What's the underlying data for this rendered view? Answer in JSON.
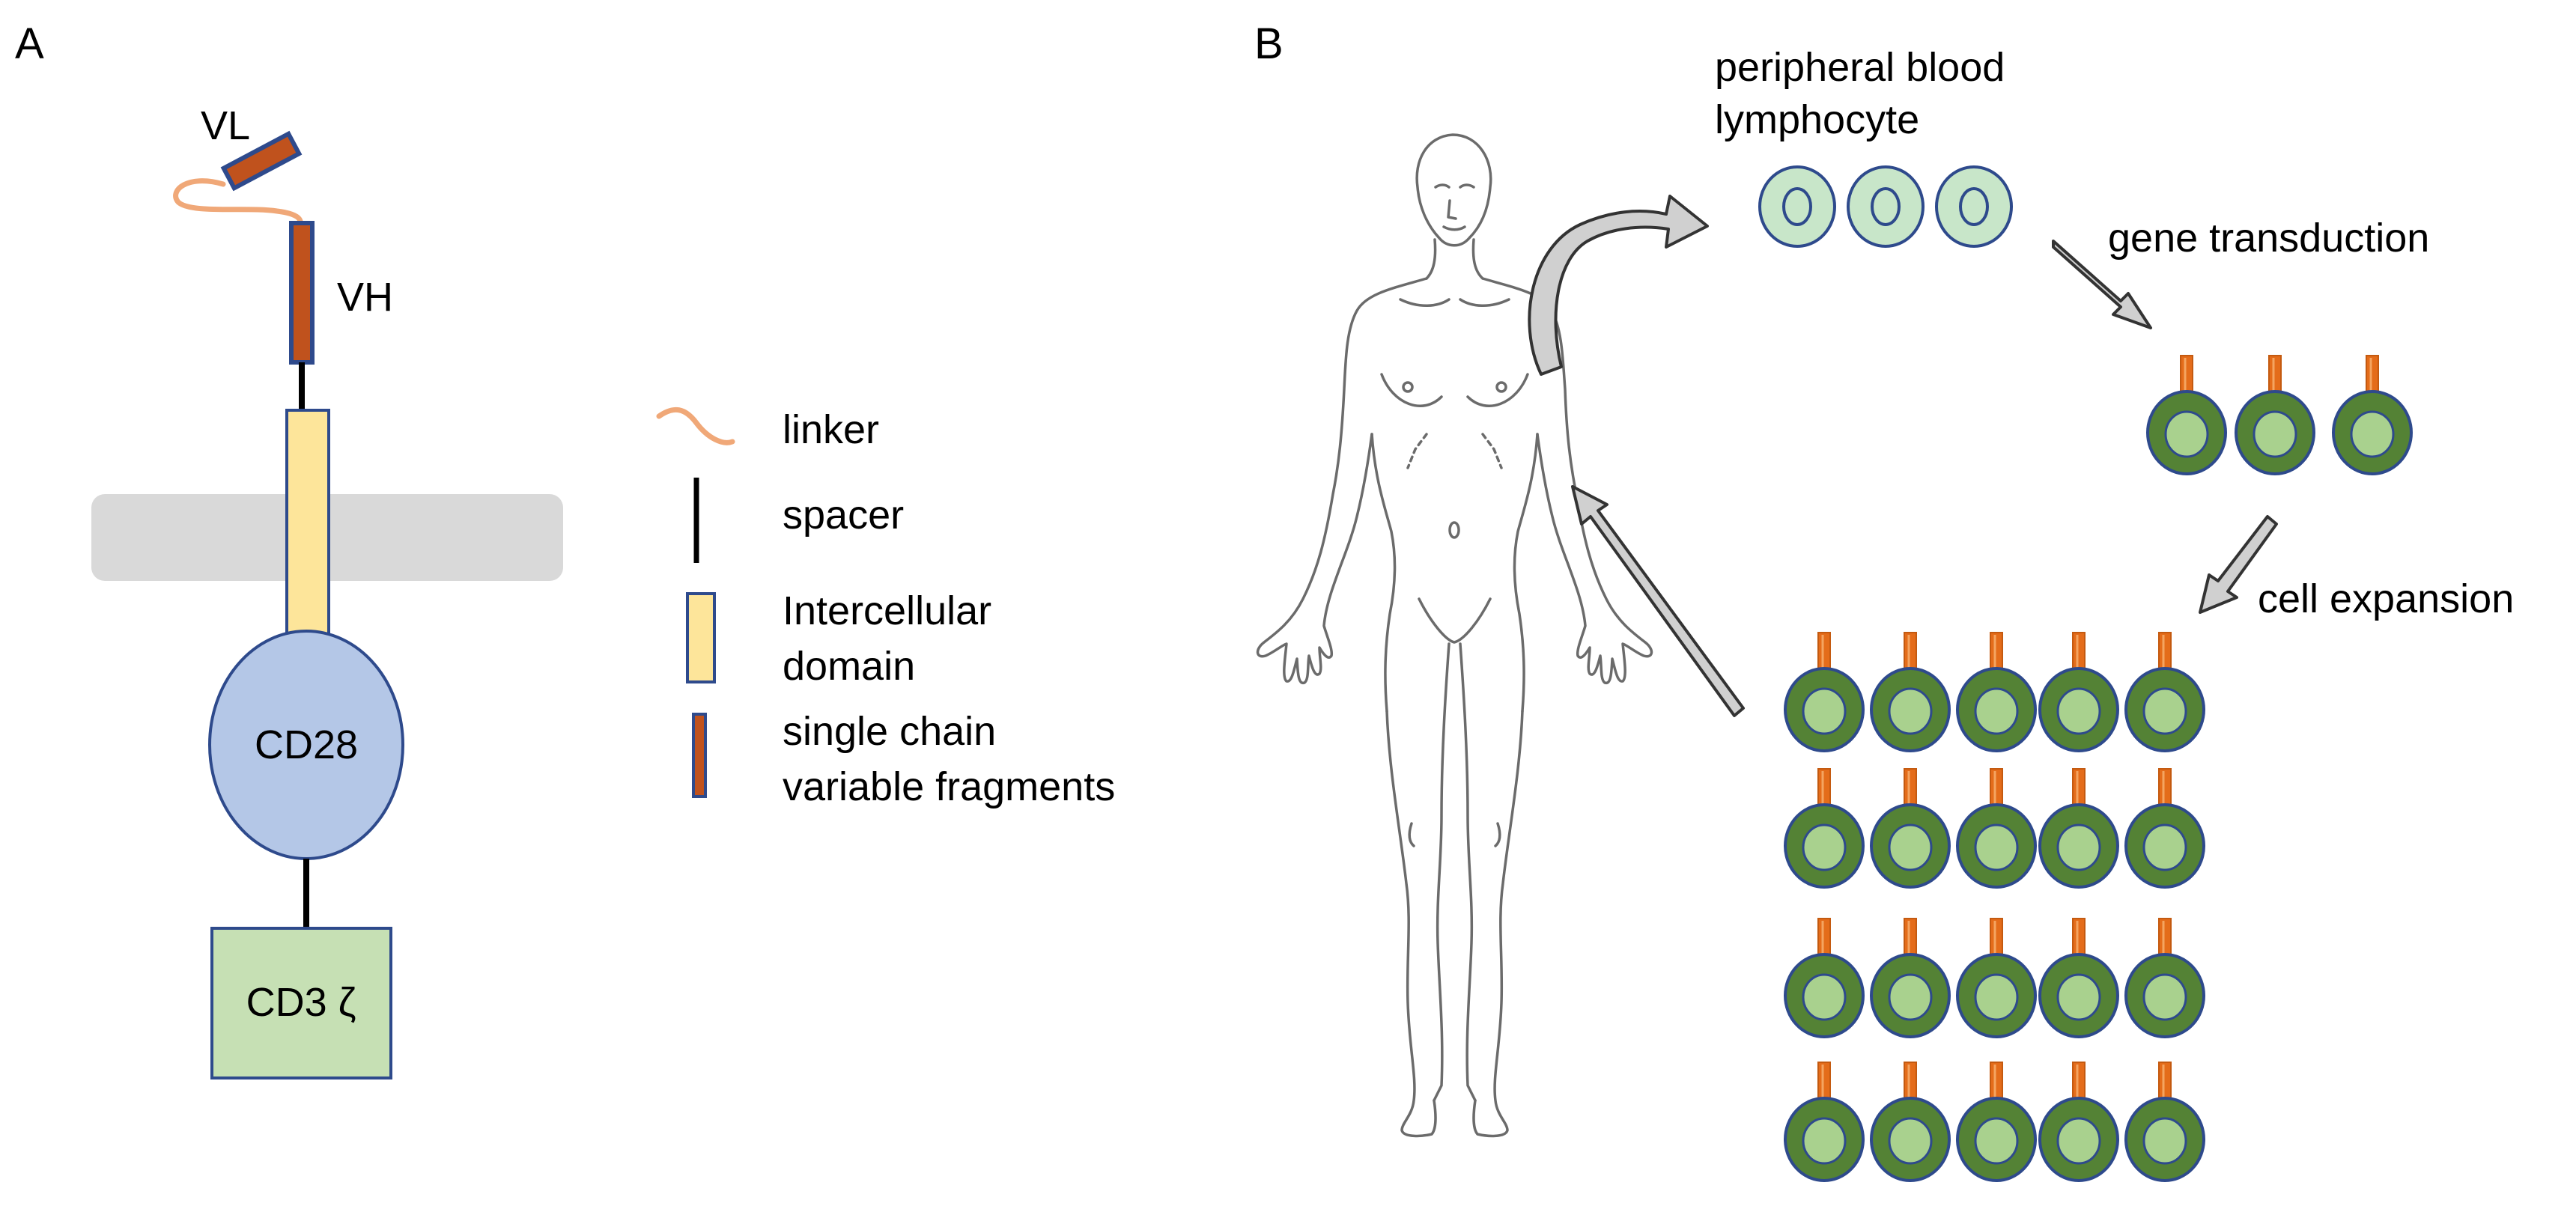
{
  "panel_a": {
    "letter": "A",
    "vl_label": "VL",
    "vh_label": "VH",
    "cd28_label": "CD28",
    "cd3_label": "CD3 ζ"
  },
  "legend": {
    "items": [
      {
        "icon": "linker-curve-icon",
        "label": "linker"
      },
      {
        "icon": "spacer-line-icon",
        "label": "spacer"
      },
      {
        "icon": "domain-rect-icon",
        "label_line1": "Intercellular",
        "label_line2": "domain"
      },
      {
        "icon": "scfv-rect-icon",
        "label_line1": "single chain",
        "label_line2": "variable fragments"
      }
    ]
  },
  "panel_b": {
    "letter": "B",
    "step1_line1": "peripheral blood",
    "step1_line2": "lymphocyte",
    "step2": "gene transduction",
    "step3": "cell expansion"
  },
  "colors": {
    "scfv": "#c0521d",
    "scfv_border": "#2e4a8c",
    "linker": "#f0a878",
    "domain": "#fde59a",
    "domain_border": "#2e4a8c",
    "cd28": "#b4c7e7",
    "cd3": "#c6e0b4",
    "membrane": "#d9d9d9",
    "lymphocyte_fill": "#c8e6c9",
    "car_cell_outer": "#548235",
    "car_cell_inner": "#a9d18e",
    "car_receptor": "#e46c1a",
    "arrow_fill": "#d0d0d0"
  }
}
